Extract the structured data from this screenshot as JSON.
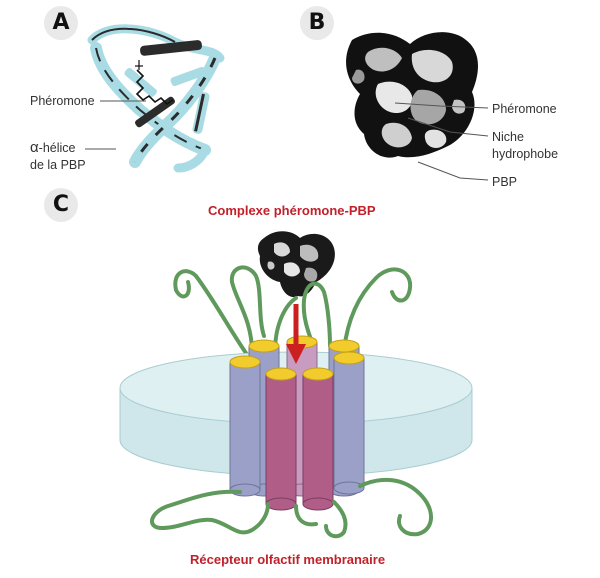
{
  "panels": {
    "a": "A",
    "b": "B",
    "c": "C"
  },
  "panel_a": {
    "pheromone": "Phéromone",
    "helix_symbol": "α",
    "helix_line1": "-hélice",
    "helix_line2": "de la PBP"
  },
  "panel_b": {
    "pheromone": "Phéromone",
    "niche_line1": "Niche",
    "niche_line2": "hydrophobe",
    "pbp": "PBP"
  },
  "panel_c": {
    "complex_title": "Complexe phéromone-PBP",
    "receptor_title": "Récepteur olfactif membranaire"
  },
  "colors": {
    "helix_fill": "#a9dbe4",
    "helix_dark": "#2b2b2b",
    "membrane": "#cfe7ea",
    "cyl_blue": "#9aa0c8",
    "cyl_pink": "#b05d88",
    "cyl_cap": "#f2cc2c",
    "loop": "#5f9a5c",
    "arrow": "#cc1f1f",
    "title_red": "#c2202a"
  }
}
